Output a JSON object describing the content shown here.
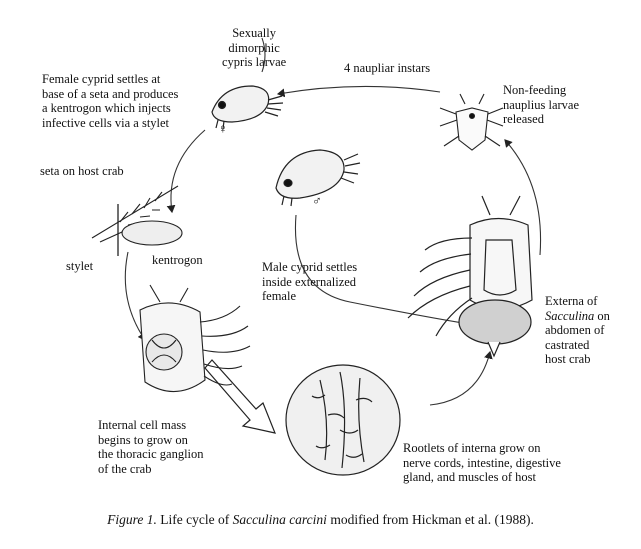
{
  "labels": {
    "sexually": [
      "Sexually",
      "dimorphic",
      "cypris larvae"
    ],
    "naupliar": "4 naupliar instars",
    "nonfeeding": [
      "Non-feeding",
      "nauplius larvae",
      "released"
    ],
    "female": [
      "Female cyprid settles at",
      "base of a seta and produces",
      "a kentrogon which injects",
      "infective cells via a stylet"
    ],
    "seta": "seta on host crab",
    "stylet": "stylet",
    "kentrogon": "kentrogon",
    "male": [
      "Male cyprid settles",
      "inside externalized",
      "female"
    ],
    "externa": {
      "l1": "Externa of",
      "l2": "Sacculina",
      "l2b": " on",
      "l3": "abdomen of",
      "l4": "castrated",
      "l5": "host crab"
    },
    "internal": [
      "Internal cell mass",
      "begins to grow on",
      "the thoracic ganglion",
      "of the crab"
    ],
    "rootlets": [
      "Rootlets of interna grow on",
      "nerve cords, intestine, digestive",
      "gland, and muscles of host"
    ]
  },
  "caption": {
    "figure": "Figure 1.",
    "text1": " Life cycle of ",
    "species": "Sacculina carcini",
    "text2": " modified from Hickman et al. (1988)."
  },
  "symbols": {
    "female": "♀",
    "male": "♂"
  }
}
